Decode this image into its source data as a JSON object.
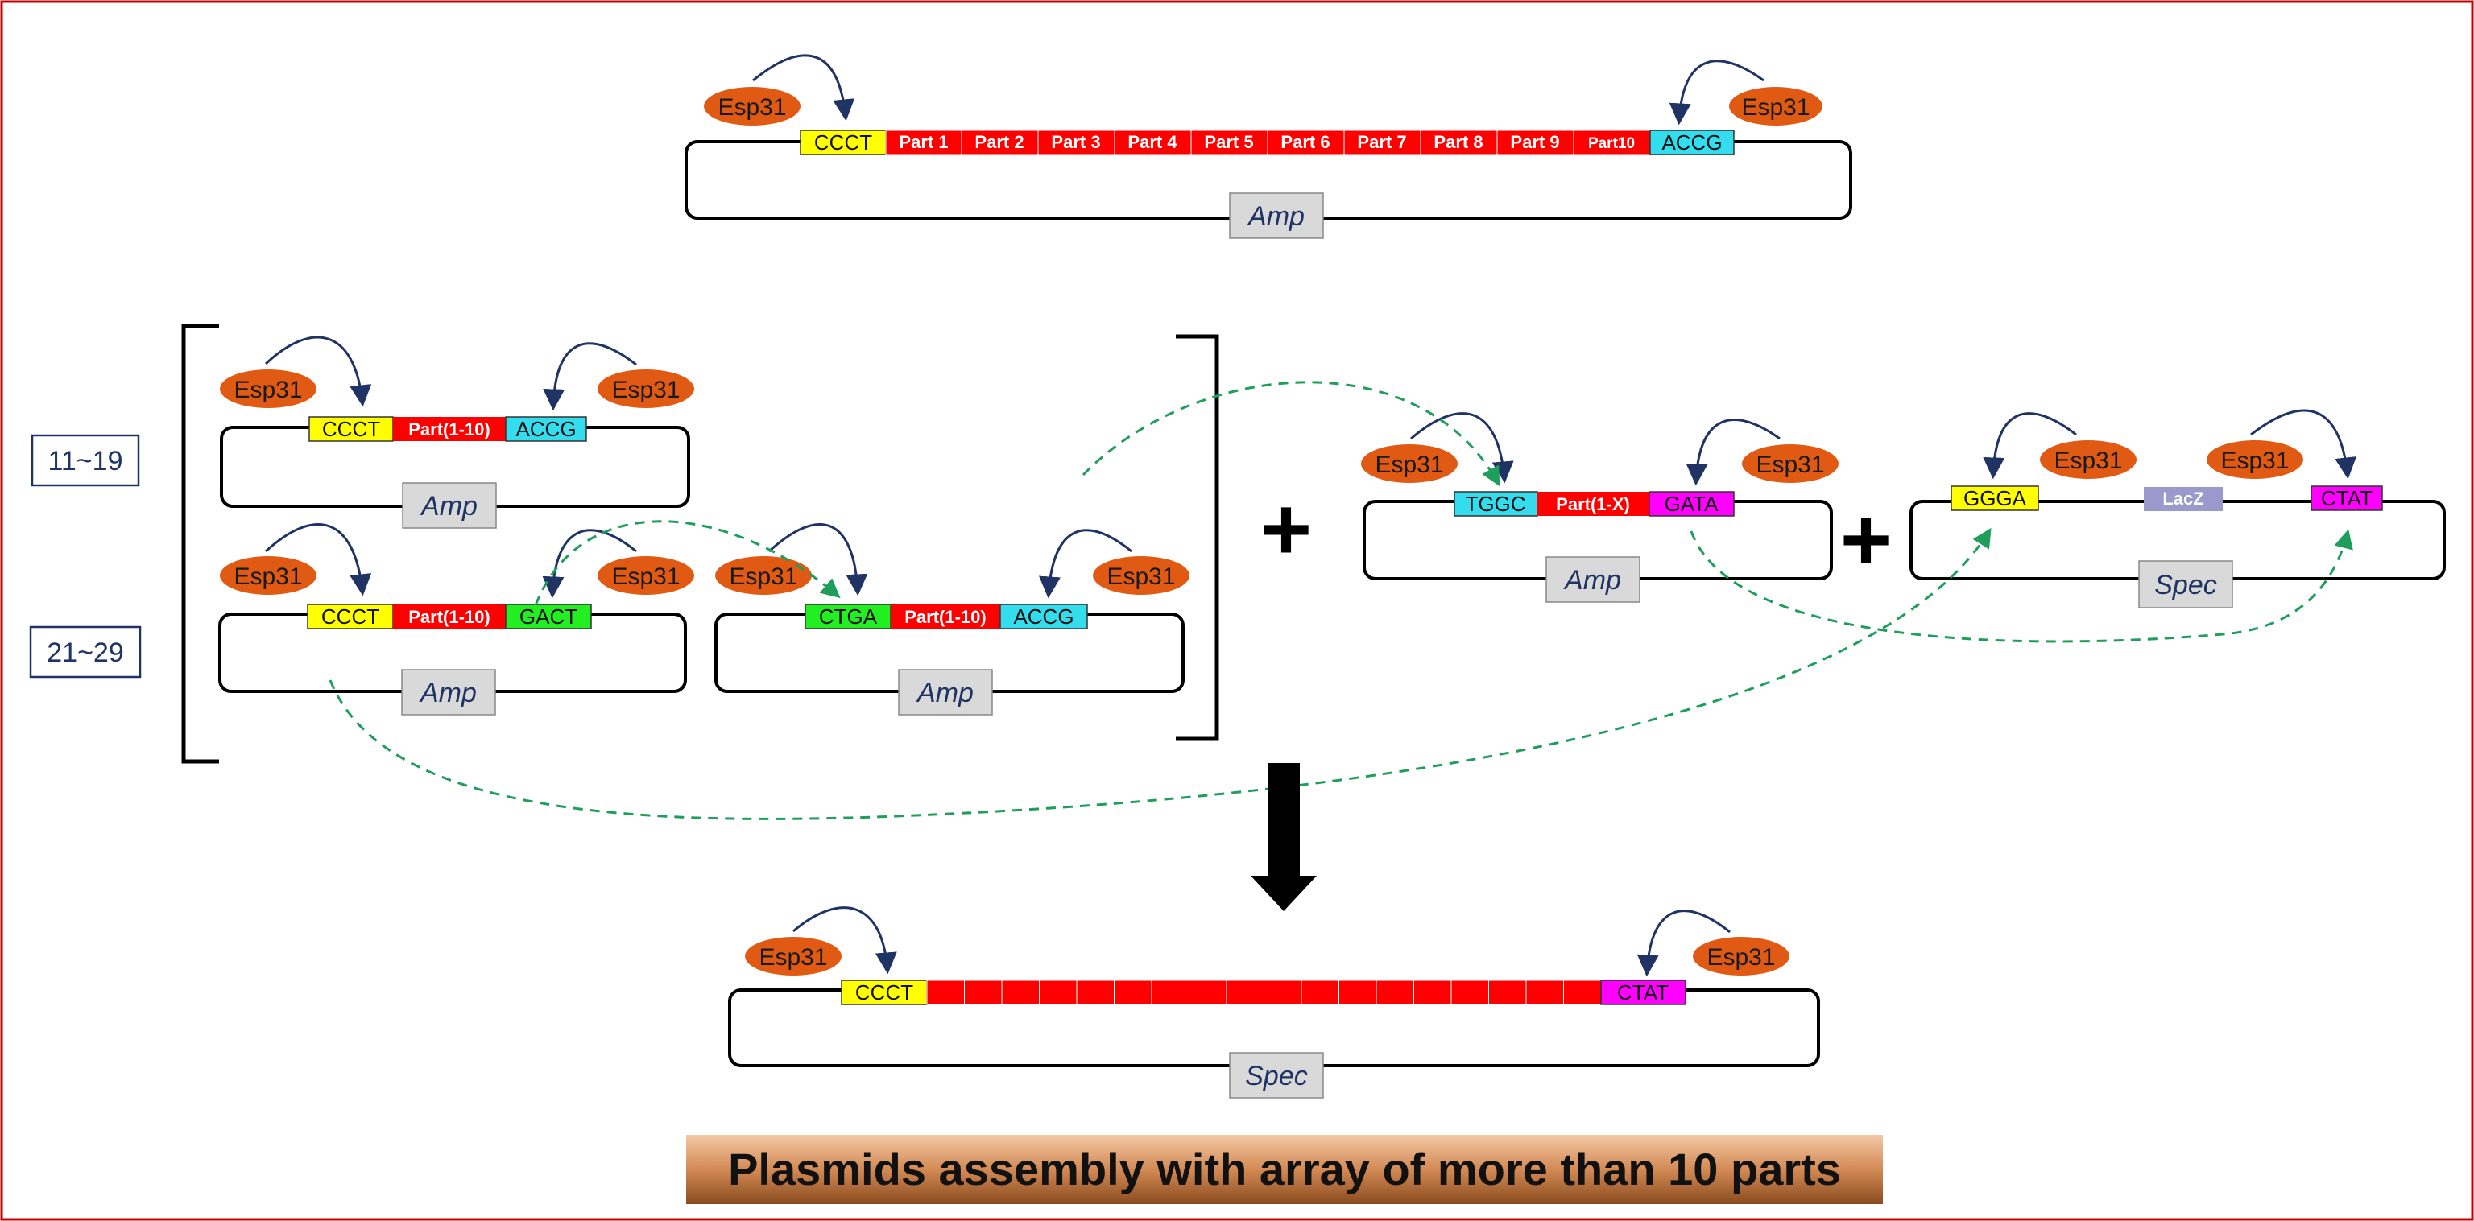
{
  "enzyme": "Esp31",
  "top_construct": {
    "left_site": "CCCT",
    "parts": [
      "Part 1",
      "Part 2",
      "Part 3",
      "Part 4",
      "Part 5",
      "Part 6",
      "Part 7",
      "Part 8",
      "Part 9",
      "Part10"
    ],
    "right_site": "ACCG",
    "marker": "Amp"
  },
  "range_labels": [
    "11~19",
    "21~29"
  ],
  "row1_plasmid": {
    "left_site": "CCCT",
    "part": "Part(1-10)",
    "right_site": "ACCG",
    "marker": "Amp"
  },
  "row2_plasmid_a": {
    "left_site": "CCCT",
    "part": "Part(1-10)",
    "right_site": "GACT",
    "marker": "Amp"
  },
  "row2_plasmid_b": {
    "left_site": "CTGA",
    "part": "Part(1-10)",
    "right_site": "ACCG",
    "marker": "Amp"
  },
  "middle_plasmid": {
    "left_site": "TGGC",
    "part": "Part(1-X)",
    "right_site": "GATA",
    "marker": "Amp"
  },
  "vector_plasmid": {
    "left_site": "GGGA",
    "insert": "LacZ",
    "right_site": "CTAT",
    "marker": "Spec"
  },
  "operators": [
    "+",
    "+"
  ],
  "product_plasmid": {
    "left_site": "CCCT",
    "right_site": "CTAT",
    "marker": "Spec"
  },
  "title": "Plasmids assembly with array of more than 10 parts",
  "colors": {
    "frame": "#c00000",
    "part": "#ff0000",
    "site_yellow": "#ffff00",
    "site_cyan": "#33ddee",
    "site_green": "#22ee22",
    "site_magenta": "#ff00ff",
    "lacz": "#9999cc",
    "enzyme": "#e05a14",
    "marker_box": "#d9d9d9",
    "arrow": "#1f3364",
    "dashed_arrow": "#1e9e5a"
  }
}
